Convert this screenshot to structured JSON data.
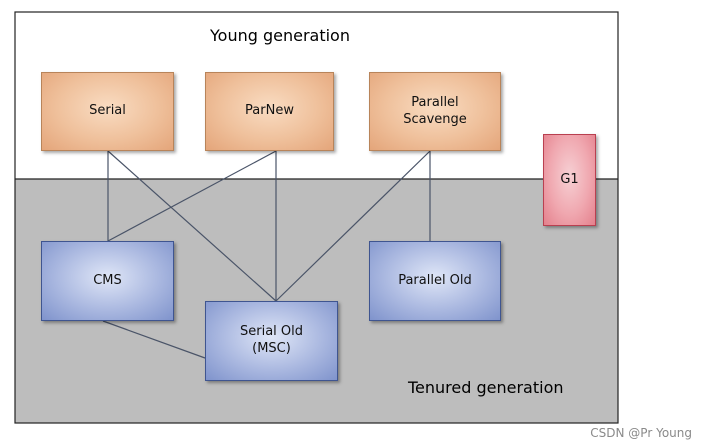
{
  "young_title": "Young generation",
  "tenured_title": "Tenured generation",
  "collectors": {
    "serial": "Serial",
    "parnew": "ParNew",
    "parallel_scavenge": "Parallel\nScavenge",
    "g1": "G1",
    "cms": "CMS",
    "serial_old": "Serial Old\n(MSC)",
    "parallel_old": "Parallel Old"
  },
  "connections": [
    [
      "serial",
      "cms"
    ],
    [
      "serial",
      "serial_old"
    ],
    [
      "parnew",
      "cms"
    ],
    [
      "parnew",
      "serial_old"
    ],
    [
      "parallel_scavenge",
      "serial_old"
    ],
    [
      "parallel_scavenge",
      "parallel_old"
    ],
    [
      "cms",
      "serial_old"
    ]
  ],
  "colors": {
    "young_region": "#ffffff",
    "tenured_region": "#bdbdbd",
    "young_box": "#efc09b",
    "tenured_box": "#aab8e0",
    "g1_box": "#f0a8b0",
    "line": "#4a5468"
  },
  "watermark": "CSDN @Pr Young"
}
